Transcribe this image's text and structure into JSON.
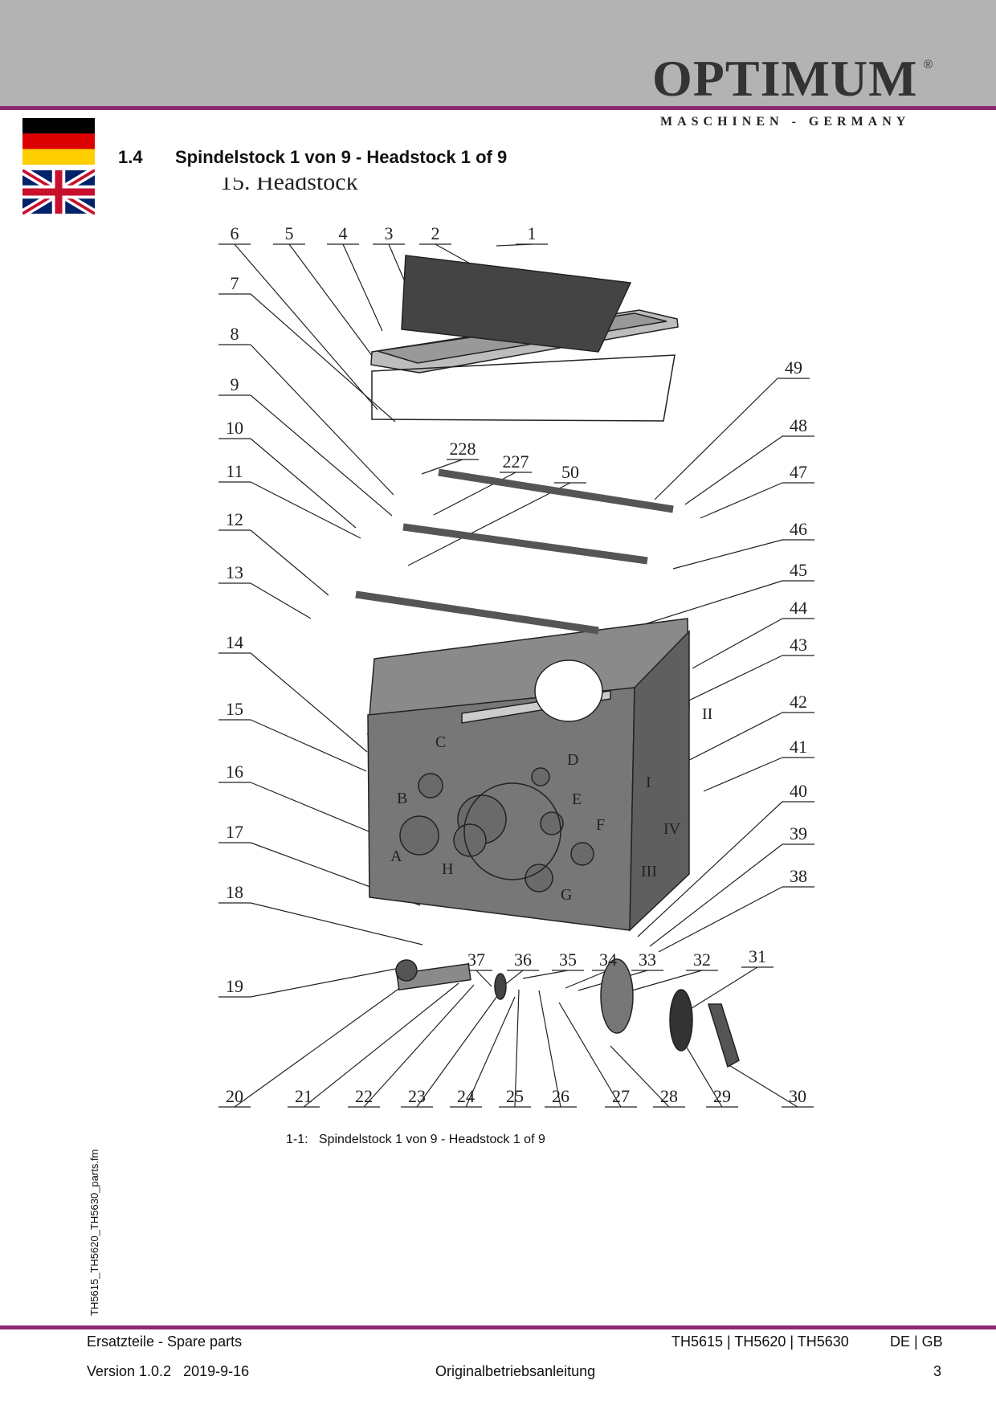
{
  "brand": {
    "name": "OPTIMUM",
    "registered": "®",
    "tagline": "MASCHINEN - GERMANY"
  },
  "section": {
    "number": "1.4",
    "title": "Spindelstock 1 von 9 - Headstock 1 of 9"
  },
  "diagram": {
    "heading_cut": "15. Headstock",
    "part_numbers_top": [
      "6",
      "5",
      "4",
      "3",
      "2",
      "1"
    ],
    "part_numbers_left": [
      "7",
      "8",
      "9",
      "10",
      "11",
      "12",
      "13",
      "14",
      "15",
      "16",
      "17",
      "18",
      "19"
    ],
    "part_numbers_right": [
      "49",
      "48",
      "47",
      "46",
      "45",
      "44",
      "43",
      "42",
      "41",
      "40",
      "39",
      "38"
    ],
    "part_numbers_inner": [
      "228",
      "227",
      "50"
    ],
    "part_numbers_mid_row": [
      "37",
      "36",
      "35",
      "34",
      "33",
      "32",
      "31"
    ],
    "part_numbers_bottom": [
      "20",
      "21",
      "22",
      "23",
      "24",
      "25",
      "26",
      "27",
      "28",
      "29",
      "30"
    ],
    "face_letters": [
      "A",
      "B",
      "C",
      "D",
      "E",
      "F",
      "G",
      "H"
    ],
    "roman_labels": [
      "I",
      "II",
      "III",
      "IV"
    ]
  },
  "caption": {
    "number": "1-1:",
    "text": "Spindelstock 1 von 9 - Headstock  1 of 9"
  },
  "side_filename": "TH5615_TH5620_TH5630_parts.fm",
  "footer": {
    "left": "Ersatzteile - Spare parts",
    "models": "TH5615 | TH5620 | TH5630",
    "lang": "DE | GB",
    "version": "Version 1.0.2   2019-9-16",
    "doc": "Originalbetriebsanleitung",
    "page": "3"
  },
  "colors": {
    "accent": "#8c2b74",
    "header_gray": "#b3b3b3"
  }
}
